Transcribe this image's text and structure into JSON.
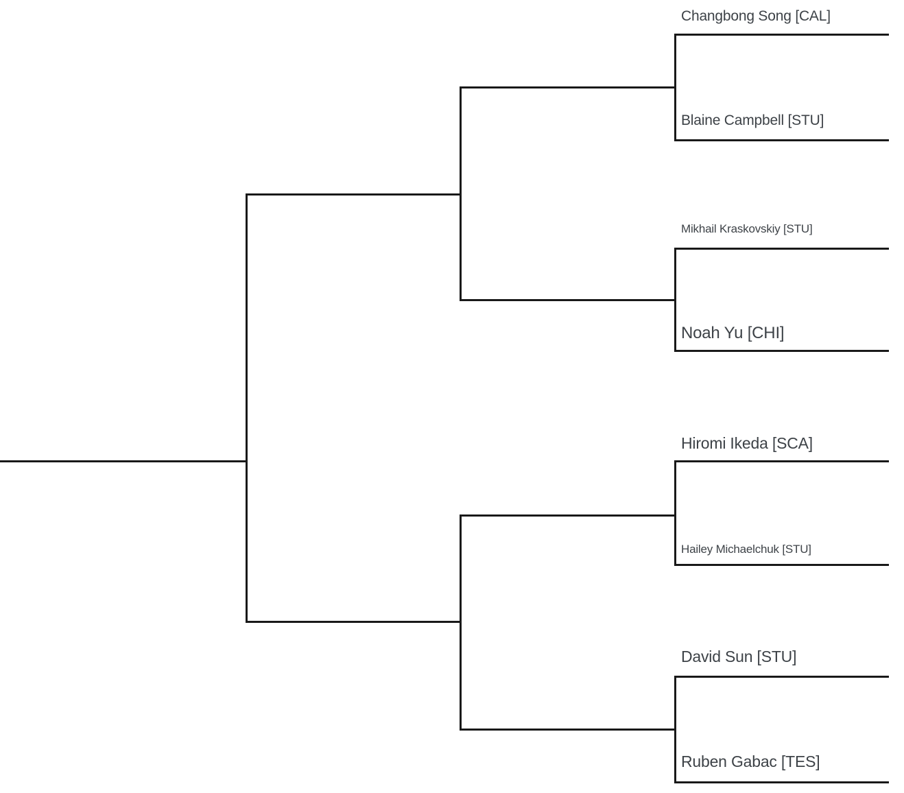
{
  "colors": {
    "background": "#ffffff",
    "line": "#191919",
    "player_text": "#3d4247"
  },
  "bracket": {
    "type": "single-elimination",
    "rounds_count": 3,
    "players": [
      {
        "name": "Changbong Song",
        "team": "CAL",
        "label": "Changbong Song [CAL]"
      },
      {
        "name": "Blaine Campbell",
        "team": "STU",
        "label": "Blaine Campbell [STU]"
      },
      {
        "name": "Mikhail Kraskovskiy",
        "team": "STU",
        "label": "Mikhail Kraskovskiy [STU]"
      },
      {
        "name": "Noah Yu",
        "team": "CHI",
        "label": "Noah Yu [CHI]"
      },
      {
        "name": "Hiromi Ikeda",
        "team": "SCA",
        "label": "Hiromi Ikeda [SCA]"
      },
      {
        "name": "Hailey Michaelchuk",
        "team": "STU",
        "label": "Hailey Michaelchuk [STU]"
      },
      {
        "name": "David Sun",
        "team": "STU",
        "label": "David Sun [STU]"
      },
      {
        "name": "Ruben Gabac",
        "team": "TES",
        "label": "Ruben Gabac [TES]"
      }
    ],
    "quarterfinal_matches": [
      [
        "Changbong Song [CAL]",
        "Blaine Campbell [STU]"
      ],
      [
        "Mikhail Kraskovskiy [STU]",
        "Noah Yu [CHI]"
      ],
      [
        "Hiromi Ikeda [SCA]",
        "Hailey Michaelchuk [STU]"
      ],
      [
        "David Sun [STU]",
        "Ruben Gabac [TES]"
      ]
    ]
  }
}
